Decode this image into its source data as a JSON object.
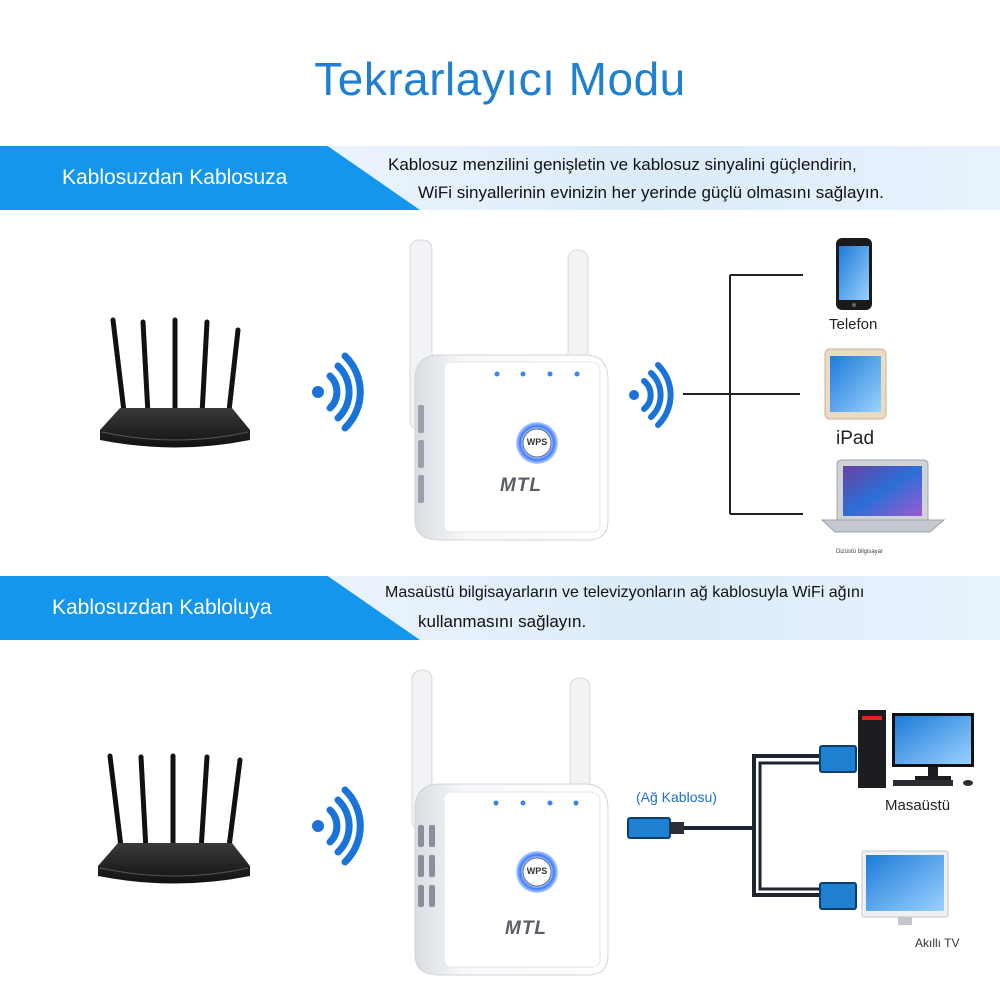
{
  "title": "Tekrarlayıcı Modu",
  "section1": {
    "tag": "Kablosuzdan Kablosuza",
    "text_line1": "Kablosuz menzilini genişletin ve kablosuz sinyalini güçlendirin,",
    "text_line2": "WiFi sinyallerinin evinizin her yerinde güçlü olmasını sağlayın.",
    "devices": [
      {
        "label": "Telefon"
      },
      {
        "label": "iPad"
      },
      {
        "label": "Dizüstü bilgisayar"
      }
    ]
  },
  "section2": {
    "tag": "Kablosuzdan Kabloluya",
    "text_line1": "Masaüstü bilgisayarların ve televizyonların ağ kablosuyla WiFi ağını",
    "text_line2": "kullanmasını sağlayın.",
    "cable_label": "(Ağ Kablosu)",
    "devices": [
      {
        "label": "Masaüstü"
      },
      {
        "label": "Akıllı TV"
      }
    ]
  },
  "repeater": {
    "brand": "MTL",
    "button": "WPS"
  },
  "colors": {
    "title_blue": "#1f7fd0",
    "band_blue": "#1396ec",
    "wifi_blue": "#1a73d9",
    "cable_blue": "#1f7fd0"
  }
}
